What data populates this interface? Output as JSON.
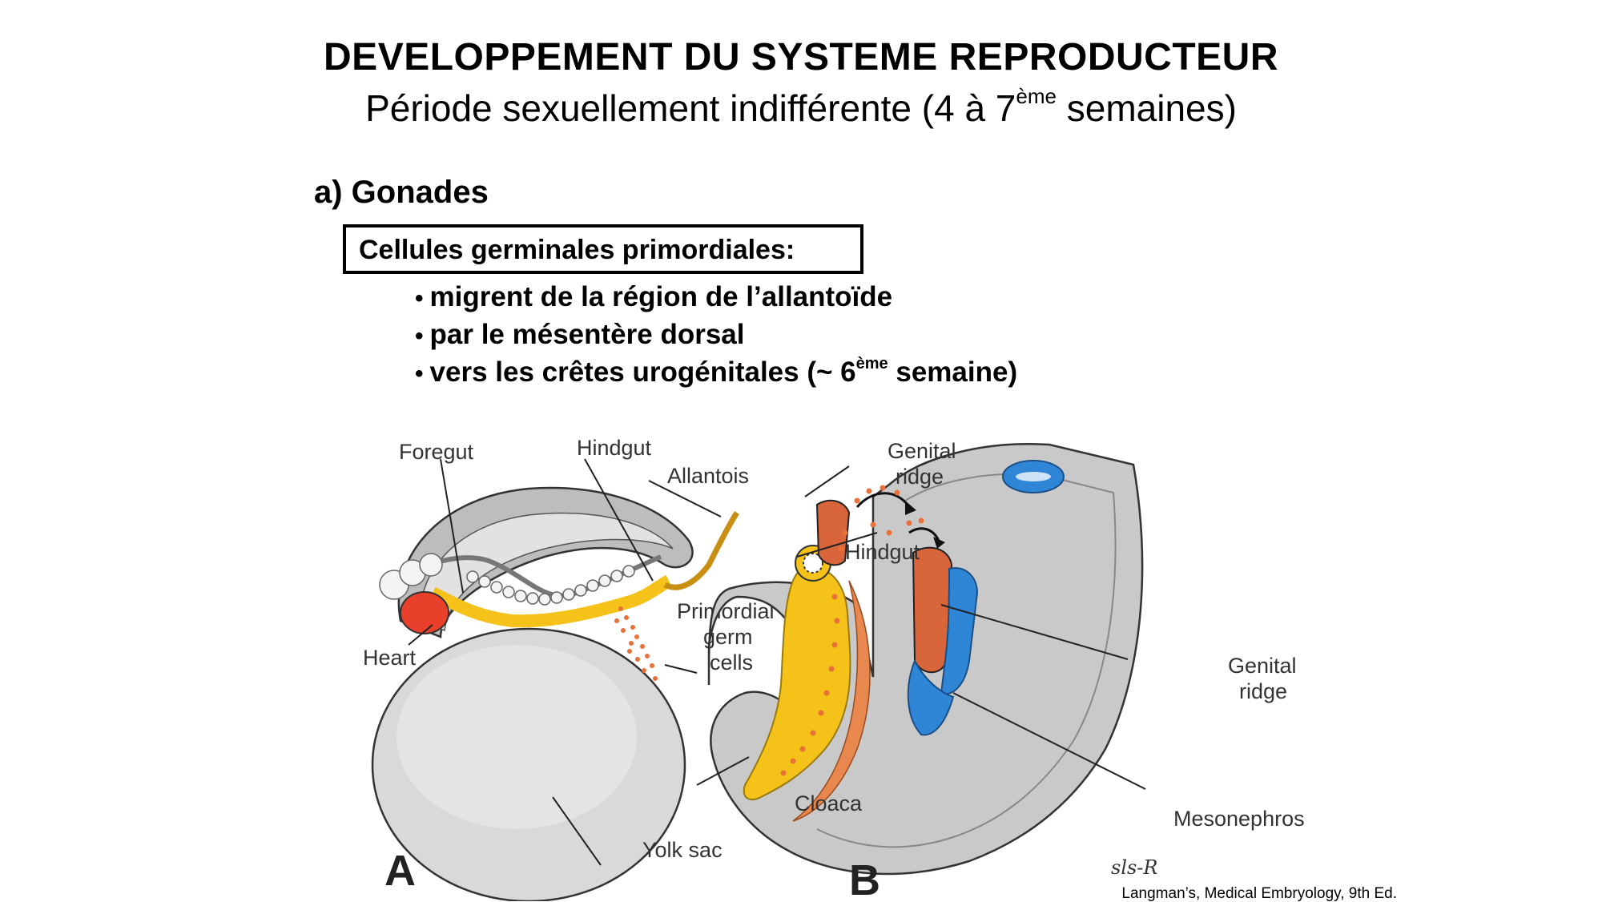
{
  "header": {
    "title": "DEVELOPPEMENT DU SYSTEME REPRODUCTEUR",
    "subtitle_pre": "Période sexuellement indifférente (4 à 7",
    "subtitle_sup": "ème",
    "subtitle_post": " semaines)"
  },
  "section": {
    "heading": "a) Gonades",
    "box_text": "Cellules germinales primordiales:",
    "bullet_symbol": "•",
    "bullets": [
      "migrent de la région de l’allantoïde",
      "par le mésentère dorsal",
      "vers les crêtes urogénitales (~ 6"
    ],
    "bullet3_sup": "ème",
    "bullet3_post": " semaine)"
  },
  "figure": {
    "panel_a": {
      "letter": "A",
      "labels": {
        "foregut": "Foregut",
        "hindgut": "Hindgut",
        "allantois": "Allantois",
        "pgc_1": "Primordial",
        "pgc_2": "germ",
        "pgc_3": "cells",
        "heart": "Heart",
        "yolk_sac": "Yolk sac"
      }
    },
    "panel_b": {
      "letter": "B",
      "labels": {
        "genital_ridge_top_1": "Genital",
        "genital_ridge_top_2": "ridge",
        "hindgut": "Hindgut",
        "genital_ridge_right_1": "Genital",
        "genital_ridge_right_2": "ridge",
        "cloaca": "Cloaca",
        "mesonephros": "Mesonephros"
      },
      "signature": "sls-R"
    },
    "colors": {
      "gray_tissue": "#c9c9c9",
      "yolk_sac": "#d9d9d9",
      "gut_yellow": "#f5c21a",
      "germ_cells": "#e8713a",
      "heart_red": "#e8402a",
      "mesonephros_blue": "#2f86d6",
      "ridge_orange": "#d9663a"
    }
  },
  "citation": "Langman’s, Medical Embryology, 9th Ed."
}
